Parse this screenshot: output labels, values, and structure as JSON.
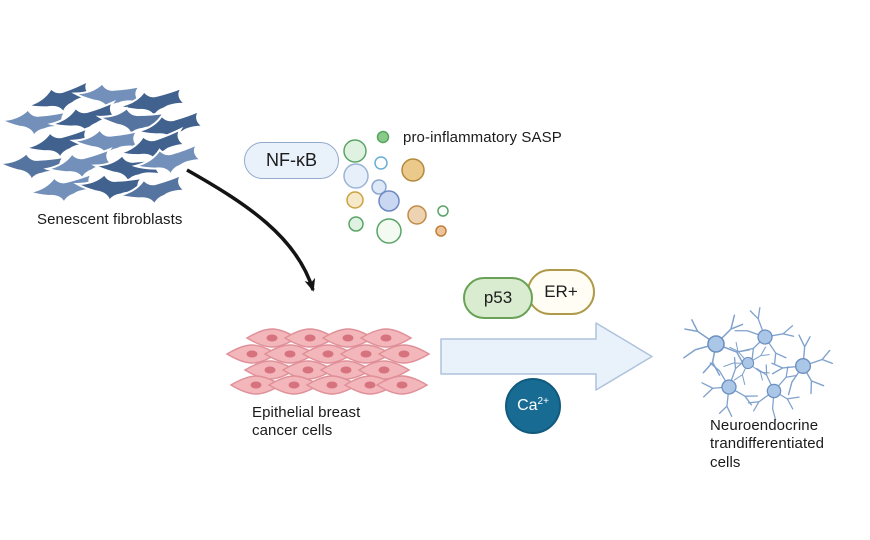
{
  "figure": {
    "background": "#ffffff"
  },
  "labels": {
    "senescent_fibroblasts": "Senescent fibroblasts",
    "sasp": "pro-inflammatory SASP",
    "epithelial": "Epithelial breast\ncancer cells",
    "neuroendocrine": "Neuroendocrine\ntrandifferentiated\ncells"
  },
  "badges": {
    "nfkb": "NF-κB",
    "p53": "p53",
    "er": "ER+",
    "ca_base": "Ca",
    "ca_sup": "2+"
  },
  "colors": {
    "fibroblast_dark": "#41618f",
    "fibroblast_light": "#7390ba",
    "nfkb_fill": "#e9f1fb",
    "nfkb_border": "#93abcd",
    "p53_fill": "#d9ecd0",
    "p53_border": "#69a257",
    "er_fill": "#fffdf4",
    "er_border": "#af9a49",
    "ca_fill": "#186c93",
    "big_arrow_fill": "#e9f1fb",
    "big_arrow_border": "#aec3dc",
    "epithelial_fill": "#f3b6ba",
    "epithelial_border": "#df9098",
    "epithelial_nucleus": "#d6737f",
    "neuron_body": "#abc7e8",
    "neuron_branch": "#7fa1cc",
    "curved_arrow": "#141414",
    "sasp_green": "#5aa468",
    "sasp_blue": "#93abcd",
    "sasp_tan": "#b3893a",
    "text": "#1b1b1b"
  }
}
